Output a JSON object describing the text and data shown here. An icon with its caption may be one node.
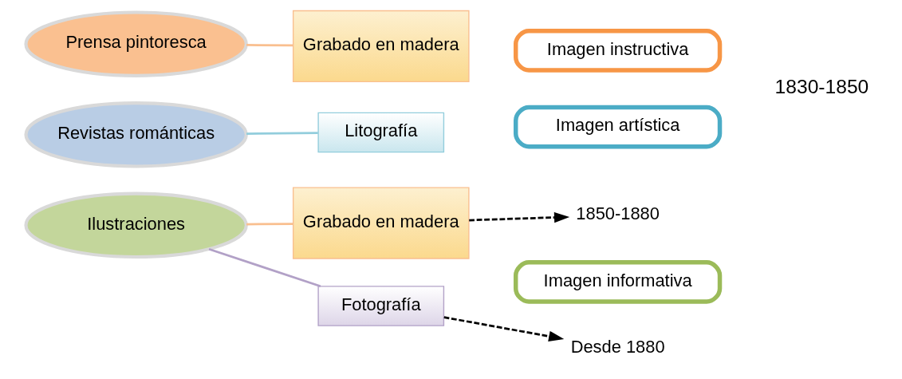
{
  "diagram": {
    "nodes": [
      {
        "text": [
          "Prensa pintoresca"
        ]
      },
      {
        "text": [
          "Grabado en madera"
        ]
      },
      {
        "text": [
          "Imagen instructiva"
        ]
      },
      {
        "text": [
          "Revistas románticas"
        ]
      },
      {
        "text": [
          "Litografía"
        ]
      },
      {
        "text": [
          "Imagen artística"
        ]
      },
      {
        "text": [
          "Ilustraciones"
        ]
      },
      {
        "text": [
          "Grabado en madera"
        ]
      },
      {
        "text": [
          "Imagen informativa"
        ]
      },
      {
        "text": [
          "1850-1880"
        ]
      },
      {
        "text": [
          "Fotografía"
        ]
      },
      {
        "text": [
          "Desde 1880"
        ]
      }
    ],
    "edges": [
      {
        "from": 0,
        "to": 1,
        "arrow": "none",
        "color": "#f9bf8f"
      },
      {
        "from": 3,
        "to": 4,
        "arrow": "none",
        "color": "#92cddc"
      },
      {
        "from": 6,
        "to": 7,
        "arrow": "none",
        "color": "#f9bf8f"
      },
      {
        "from": 6,
        "to": 10,
        "arrow": "none",
        "color": "#b2a1c7"
      },
      {
        "from": 7,
        "to": 9,
        "arrow": "to",
        "style": "dashed",
        "color": "#000000"
      },
      {
        "from": 10,
        "to": 11,
        "arrow": "to",
        "style": "dashed",
        "color": "#000000"
      }
    ],
    "labels": [
      "1830-1850"
    ]
  }
}
